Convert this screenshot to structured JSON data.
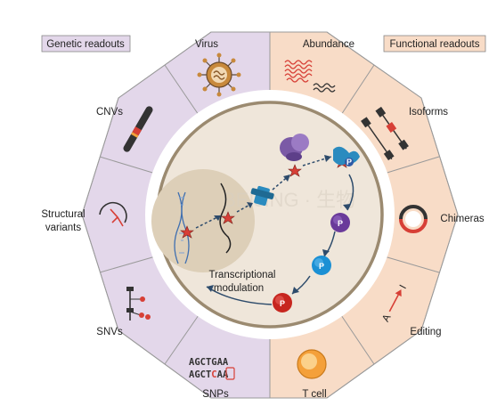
{
  "legend": {
    "genetic": "Genetic readouts",
    "functional": "Functional readouts",
    "genetic_color": "#e3d7ea",
    "functional_color": "#f8dcc7"
  },
  "ring_labels": {
    "virus": "Virus",
    "abundance": "Abundance",
    "isoforms": "Isoforms",
    "chimeras": "Chimeras",
    "editing": "Editing",
    "tcell": "T cell",
    "snps": "SNPs",
    "snvs": "SNVs",
    "structural_line1": "Structural",
    "structural_line2": "variants",
    "cnvs": "CNVs"
  },
  "center": {
    "line1": "Transcriptional",
    "line2": "modulation",
    "p_label": "P"
  },
  "snp_seq": {
    "ref": "AGCTGAA",
    "alt_pre": "AGCT",
    "alt_mut": "C",
    "alt_post": "AA"
  },
  "editing": {
    "from": "A",
    "to": "I"
  },
  "watermark": "BEIJING · 生物"
}
